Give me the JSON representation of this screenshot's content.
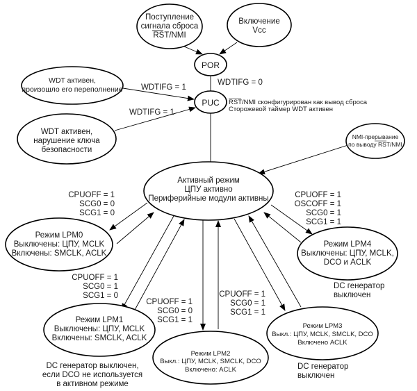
{
  "diagram": {
    "title": "Режимы работы и переходы MSP430",
    "nodes": {
      "reset_signal": {
        "lines": [
          "Поступление",
          "сигнала сброса",
          "RST/NMI"
        ]
      },
      "vcc_on": {
        "lines": [
          "Включение",
          "Vcc"
        ]
      },
      "por": {
        "lines": [
          "POR"
        ]
      },
      "puc": {
        "lines": [
          "PUC"
        ]
      },
      "wdt_overflow": {
        "lines": [
          "WDT активен,",
          "произошло его переполнение"
        ]
      },
      "wdt_key": {
        "lines": [
          "WDT активен,",
          "нарушение ключа",
          "безопасности"
        ]
      },
      "nmi": {
        "lines": [
          "NMI-прерывание",
          "по выводу RST/NMI"
        ]
      },
      "active": {
        "lines": [
          "Активный режим",
          "ЦПУ активно",
          "Периферийные модули активны"
        ]
      },
      "lpm0": {
        "lines": [
          "Режим LPM0",
          "Выключены: ЦПУ, MCLK",
          "Включены: SMCLK, ACLK"
        ]
      },
      "lpm1": {
        "lines": [
          "Режим LPM1",
          "Выключены: ЦПУ, MCLK",
          "Включены: SMCLK, ACLK"
        ]
      },
      "lpm2": {
        "lines": [
          "Режим LPM2",
          "Выкл.: ЦПУ, MCLK, SMCLK, DCO",
          "Включено: ACLK"
        ]
      },
      "lpm3": {
        "lines": [
          "Режим LPM3",
          "Выкл.: ЦПУ, MCLK, SMCLK, DCO",
          "Включено ACLK"
        ]
      },
      "lpm4": {
        "lines": [
          "Режим LPM4",
          "Выключены: ЦПУ, MCLK,",
          "DCO и ACLK"
        ]
      }
    },
    "edge_labels": {
      "por_puc": "WDTIFG = 0",
      "wdt_overflow": "WDTIFG = 1",
      "wdt_key": "WDTIFG = 1",
      "puc_note": [
        "RST/NMI сконфигурирован как вывод сброса",
        "Сторожевой таймер WDT активен"
      ],
      "lpm0": [
        "CPUOFF = 1",
        "SCG0 = 0",
        "SCG1 = 0"
      ],
      "lpm1": [
        "CPUOFF = 1",
        "SCG0 = 1",
        "SCG1 = 0"
      ],
      "lpm2": [
        "CPUOFF = 1",
        "SCG0 = 0",
        "SCG1 = 1"
      ],
      "lpm3": [
        "CPUOFF = 1",
        "SCG0 = 1",
        "SCG1 = 1"
      ],
      "lpm4": [
        "CPUOFF = 1",
        "OSCOFF = 1",
        "SCG0 = 1",
        "SCG1 = 1"
      ]
    },
    "notes": {
      "lpm1": [
        "DC генератор выключен,",
        "если DCO не используется",
        "в активном режиме"
      ],
      "lpm3": [
        "DC генератор",
        "выключен"
      ],
      "lpm4": [
        "DC генератор",
        "выключен"
      ]
    }
  }
}
